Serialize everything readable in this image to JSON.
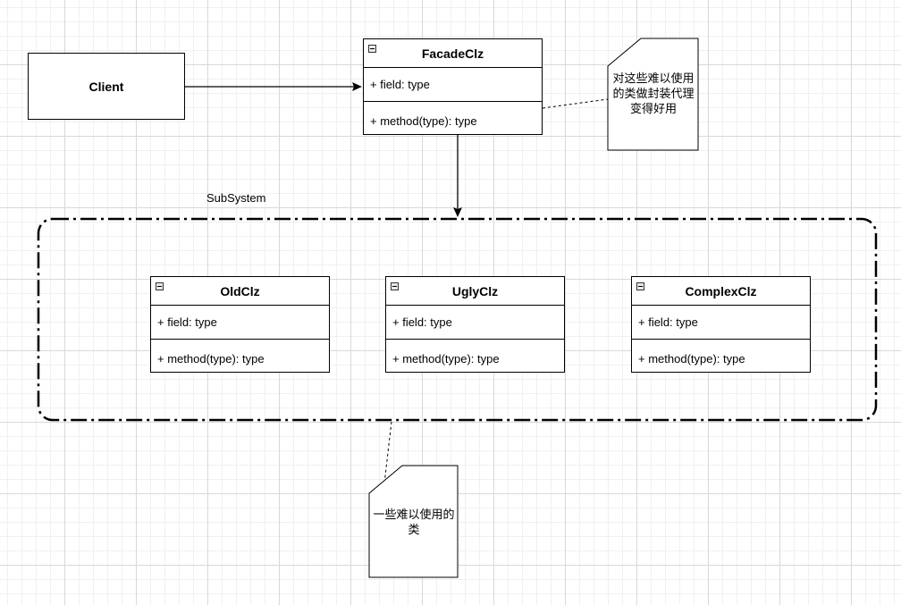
{
  "client": {
    "label": "Client"
  },
  "facade": {
    "name": "FacadeClz",
    "field": "+ field: type",
    "method": "+ method(type): type"
  },
  "note_facade": {
    "text": "对这些难以使用的类做封装代理变得好用"
  },
  "subsystem": {
    "label": "SubSystem"
  },
  "classes": [
    {
      "name": "OldClz",
      "field": "+ field: type",
      "method": "+ method(type): type"
    },
    {
      "name": "UglyClz",
      "field": "+ field: type",
      "method": "+ method(type): type"
    },
    {
      "name": "ComplexClz",
      "field": "+ field: type",
      "method": "+ method(type): type"
    }
  ],
  "note_subsystem": {
    "text": "一些难以使用的类"
  }
}
